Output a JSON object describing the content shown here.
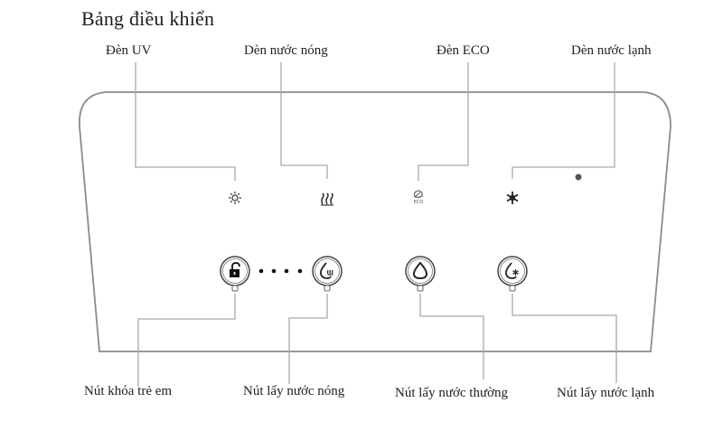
{
  "title": "Bảng điều khiển",
  "indicators": [
    {
      "id": "uv",
      "label": "Đèn UV",
      "icon": "uv-sun-icon"
    },
    {
      "id": "hot",
      "label": "Dèn nước nóng",
      "icon": "heat-waves-icon"
    },
    {
      "id": "eco",
      "label": "Đèn ECO",
      "icon": "eco-leaf-icon",
      "icon_text": "ECO"
    },
    {
      "id": "cold",
      "label": "Dèn nước lạnh",
      "icon": "snowflake-icon"
    }
  ],
  "buttons": [
    {
      "id": "child-lock",
      "label": "Nút khóa trẻ em",
      "icon": "padlock-icon"
    },
    {
      "id": "hot-water",
      "label": "Nút lấy nước nóng",
      "icon": "hot-drop-icon"
    },
    {
      "id": "normal-water",
      "label": "Nút lấy nước thường",
      "icon": "water-drop-icon"
    },
    {
      "id": "cold-water",
      "label": "Nút lấy nước lạnh",
      "icon": "cold-drop-icon"
    }
  ],
  "colors": {
    "line": "#a9a9a9",
    "panel": "#8a8a90",
    "text": "#1e1e1e"
  }
}
